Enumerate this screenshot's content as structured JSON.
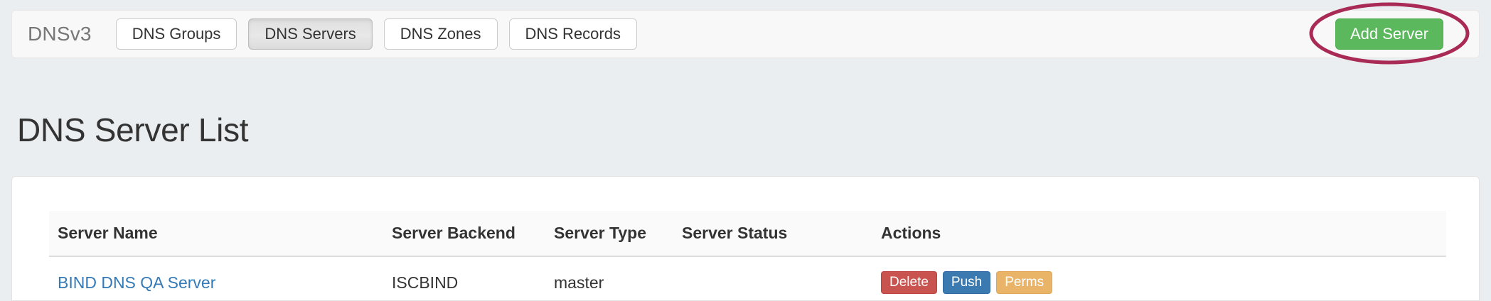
{
  "navbar": {
    "brand": "DNSv3",
    "tabs": [
      {
        "label": "DNS Groups",
        "active": false
      },
      {
        "label": "DNS Servers",
        "active": true
      },
      {
        "label": "DNS Zones",
        "active": false
      },
      {
        "label": "DNS Records",
        "active": false
      }
    ],
    "add_button_label": "Add Server",
    "add_button_color": "#5cb85c"
  },
  "annotation": {
    "shape": "ellipse",
    "color": "#a82a55",
    "target": "Add Server"
  },
  "page": {
    "title": "DNS Server List",
    "background_color": "#eaeef0"
  },
  "table": {
    "columns": [
      "Server Name",
      "Server Backend",
      "Server Type",
      "Server Status",
      "Actions"
    ],
    "rows": [
      {
        "server_name": "BIND DNS QA Server",
        "server_backend": "ISCBIND",
        "server_type": "master",
        "server_status": "",
        "actions": [
          {
            "label": "Delete",
            "color": "#c9534f"
          },
          {
            "label": "Push",
            "color": "#3a7ab0"
          },
          {
            "label": "Perms",
            "color": "#e9b467"
          }
        ]
      }
    ]
  },
  "link_color": "#337ab7"
}
